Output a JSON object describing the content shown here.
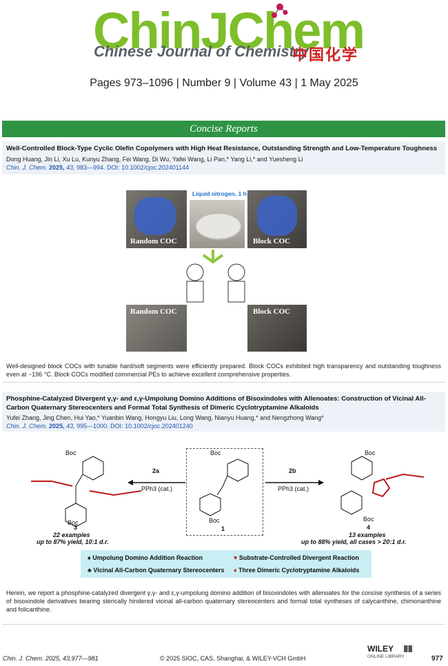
{
  "header": {
    "logo_text": "ChinJChem",
    "journal_name": "Chinese Journal of Chemistry",
    "journal_name_cn": "中国化学",
    "issue_line": "Pages 973–1096 | Number 9 | Volume 43 | 1 May 2025"
  },
  "banner": {
    "label": "Concise Reports"
  },
  "articles": [
    {
      "title": "Well-Controlled Block-Type Cyclic Olefin Copolymers with High Heat Resistance, Outstanding Strength and Low-Temperature Toughness",
      "authors": "Dong Huang, Jin Li, Xu Lu, Kunyu Zhang, Fei Wang, Di Wu, Yafei Wang, Li Pan,* Yang Li,* and Yuesheng Li",
      "journal": "Chin. J. Chem.",
      "year": "2025,",
      "volume": "43,",
      "pages_doi": "983—994. DOI: 10.1002/cjoc.202401144",
      "figure_labels": {
        "top": "Liquid nitrogen,  1 h",
        "left_top": "Random COC",
        "right_top": "Block COC",
        "left_bottom": "Random COC",
        "right_bottom": "Block COC"
      },
      "abstract": "Well-designed block COCs with tunable hard/soft segments were efficiently prepared. Block COCs exhibited high transparency and outstanding toughness even at −196 °C. Block COCs modified commercial PEs to achieve excellent comprehensive properties."
    },
    {
      "title": "Phosphine-Catalyzed Divergent γ,γ- and ε,γ-Umpolung Domino Additions of Bisoxindoles with Allenoates: Construction of Vicinal All-Carbon Quaternary Stereocenters and Formal Total Synthesis of Dimeric Cyclotryptamine Alkaloids",
      "authors": "Yufei Zhang, Jing Chen, Hui Yao,* Yuanbin Wang, Hongyu Liu, Long Wang, Nianyu Huang,* and Nengzhong Wang*",
      "journal": "Chin. J. Chem.",
      "year": "2025,",
      "volume": "43,",
      "pages_doi": "995—1000. DOI: 10.1002/cjoc.202401240",
      "scheme": {
        "reagent_left": "2a",
        "catalyst_left": "PPh3 (cat.)",
        "reagent_right": "2b",
        "catalyst_right": "PPh3 (cat.)",
        "compound_left": "3",
        "compound_center": "1",
        "compound_right": "4",
        "left_examples": "22 examples",
        "left_yield": "up to 87% yield, 10:1 d.r.",
        "right_examples": "13 examples",
        "right_yield": "up to 88% yield, all cases > 20:1 d.r.",
        "boc": "Boc"
      },
      "legend": [
        {
          "symbol": "♠",
          "text": "Umpolung Domino Addition Reaction",
          "color": "#111111"
        },
        {
          "symbol": "♥",
          "text": "Substrate-Controlled Divergent Reaction",
          "color": "#d02020"
        },
        {
          "symbol": "♣",
          "text": "Vicinal All-Carbon Quaternary Stereocenters",
          "color": "#111111"
        },
        {
          "symbol": "♦",
          "text": "Three Dimeric Cyclotryptamine Alkaloids",
          "color": "#d02020"
        }
      ],
      "abstract": "Herein, we report a phosphine-catalyzed divergent γ,γ- and ε,γ-umpolung domino addition of bisoxindoles with allenoates for the concise synthesis of a series of bisoxindole derivatives bearing sterically hindered vicinal all-carbon quaternary stereocenters and formal total syntheses of calycanthine, chimonanthine and folicanthine."
    }
  ],
  "footer": {
    "citation": "Chin. J. Chem. 2025, 43,977—981",
    "copyright": "© 2025 SIOC, CAS, Shanghai, & WILEY-VCH GmbH",
    "publisher_logo": "WILEY",
    "publisher_sub": "ONLINE LIBRARY",
    "page_number": "977"
  },
  "colors": {
    "brand_green": "#7dbe2a",
    "banner_green": "#2e9444",
    "link_blue": "#1b55b0",
    "section_bg": "#eef1f7"
  }
}
